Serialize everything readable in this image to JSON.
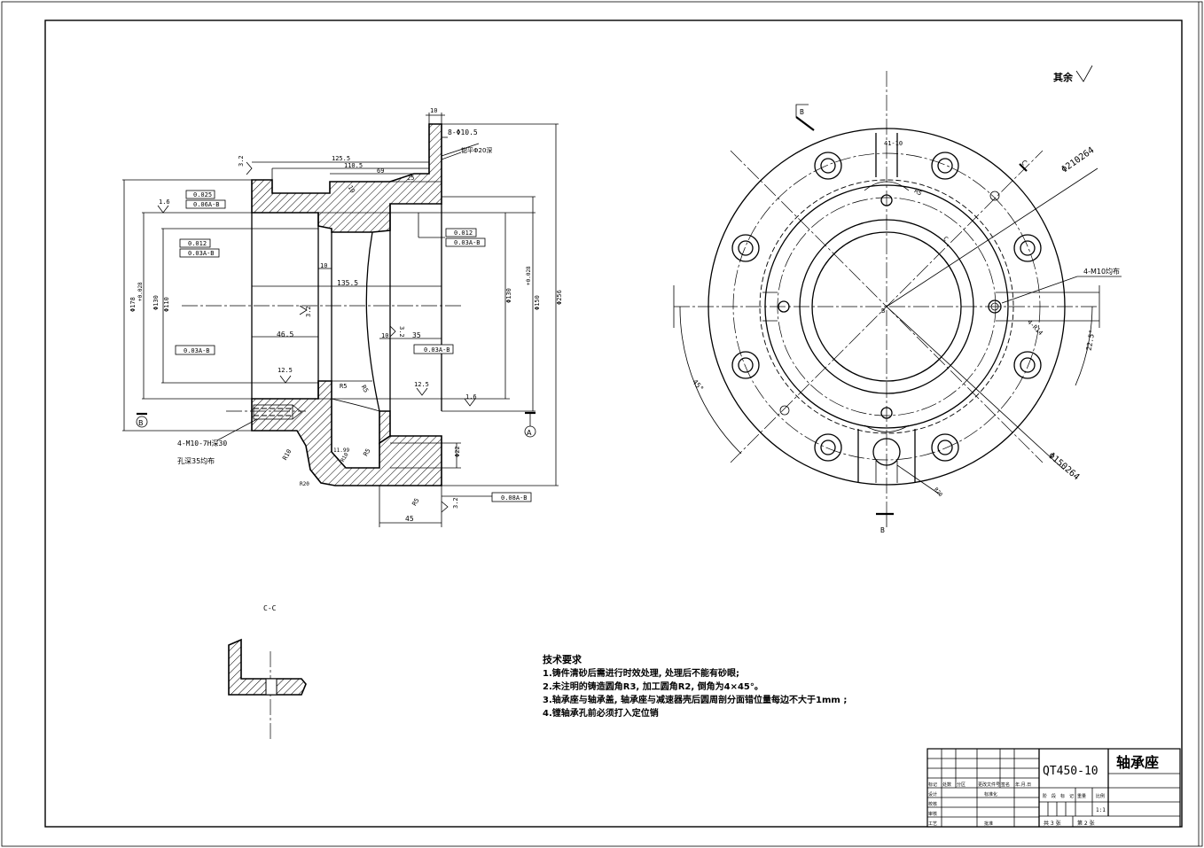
{
  "surface_note": "其余",
  "section_label": "C-C",
  "tech": {
    "title": "技术要求",
    "items": [
      "1.铸件清砂后需进行时效处理, 处理后不能有砂眼;",
      "2.未注明的铸造圆角R3, 加工圆角R2, 倒角为4×45°。",
      "3.轴承座与轴承盖, 轴承座与减速器壳后圆周剖分面错位量每边不大于1mm ;",
      "4.镗轴承孔前必须打入定位销"
    ]
  },
  "title_block": {
    "material": "QT450-10",
    "part_name": "轴承座",
    "scale": "1:1",
    "sheets_total": "共 3 张",
    "sheet_no": "第 2 张",
    "row_labels": [
      "设计",
      "校核",
      "审核",
      "工艺"
    ],
    "col_labels": [
      "标记",
      "处数",
      "分区",
      "更改文件号",
      "签名",
      "年.月.日"
    ],
    "std_label": "标准化",
    "approve_label": "批准",
    "stage_labels": [
      "阶",
      "段",
      "标",
      "记",
      "重量",
      "比例"
    ]
  },
  "left_view": {
    "dims": {
      "top_w": "10",
      "hole": "8-Φ10.5",
      "spotface": "锪平Φ20深",
      "d125": "125.5",
      "d110": "110.5",
      "d69": "69",
      "d25": "25",
      "d10a": "10",
      "r32a": "3.2",
      "p16": "1.6",
      "tol1": "0.025",
      "tol2": "0.06A-B",
      "tol3": "0.012",
      "tol4": "0.03A-B",
      "tol5": "0.012",
      "tol6": "0.03A-B",
      "d10b": "10",
      "d1355": "135.5",
      "d178": "Φ178",
      "d130f": "Φ130",
      "d130tol": "+0.028",
      "d110d": "Φ110",
      "d130": "Φ130",
      "d150": "Φ150",
      "d150tol": "+0.028",
      "d256": "Φ256",
      "r32b": "3.2",
      "d465": "46.5",
      "tol7": "0.03A-B",
      "d10c": "10",
      "r32c": "3.2",
      "d35": "35",
      "tol8": "0.03A-B",
      "r125a": "12.5",
      "r125b": "12.5",
      "p16b": "1.6",
      "r5a": "R5",
      "r5b": "R5",
      "r5c": "R5",
      "r5d": "R5",
      "r10": "R10",
      "r10b": "R10",
      "r20": "R20",
      "d1199": "11.99",
      "phi22": "Φ22",
      "d45": "45",
      "r32d": "3.2",
      "tol9": "0.08A-B",
      "thread": "4-M10-7H深30",
      "hole_depth": "孔深35均布",
      "datum_a": "A",
      "datum_b": "B"
    }
  },
  "right_view": {
    "labels": {
      "b_top": "B",
      "b_bottom": "B",
      "c_top": "C",
      "c_inner": "C",
      "center_b": "B",
      "r41": "41-10",
      "r85": "R5",
      "d210": "Φ210264",
      "m10": "4-M10均布",
      "r14": "4-R14",
      "a225": "22.5°",
      "a45": "45°",
      "d150": "Φ150264",
      "r20": "R20"
    }
  },
  "chart_data": {
    "type": "diagram",
    "title": "轴承座",
    "material": "QT450-10"
  }
}
